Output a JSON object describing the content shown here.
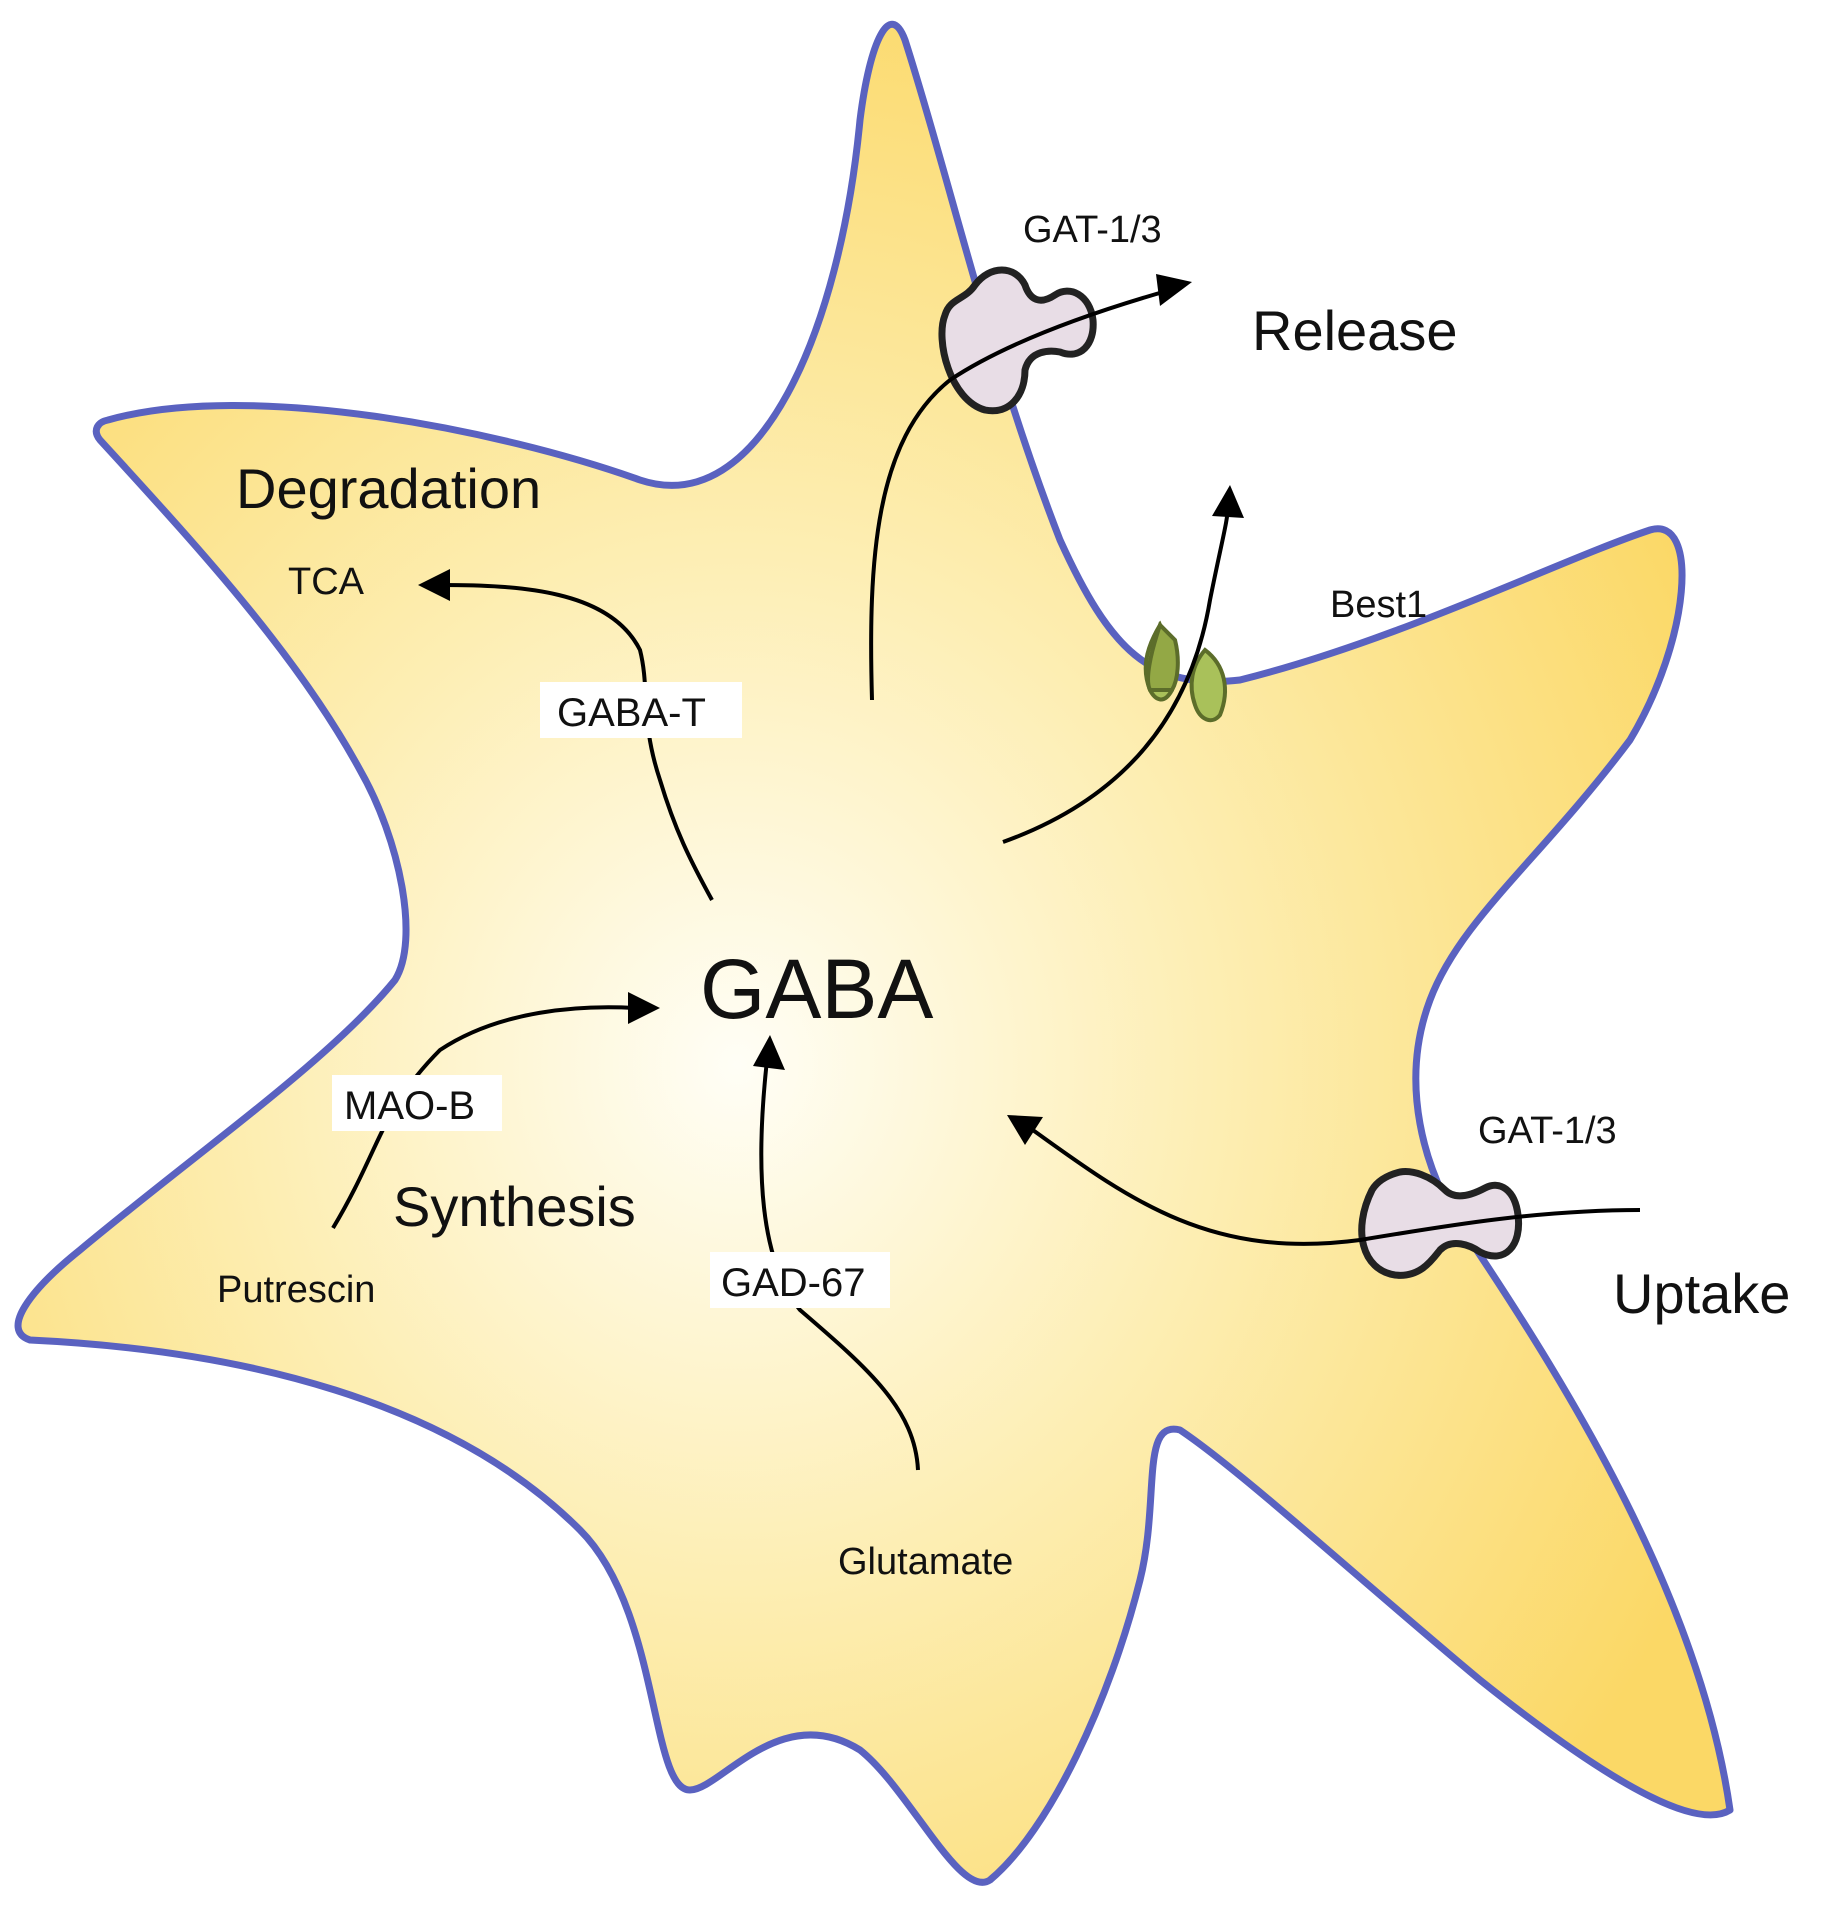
{
  "labels": {
    "gaba": "GABA",
    "degradation": "Degradation",
    "tca": "TCA",
    "gaba_t": "GABA-T",
    "release": "Release",
    "gat_top": "GAT-1/3",
    "best1": "Best1",
    "uptake": "Uptake",
    "gat_right": "GAT-1/3",
    "synthesis": "Synthesis",
    "mao_b": "MAO-B",
    "putrescin": "Putrescin",
    "gad_67": "GAD-67",
    "glutamate": "Glutamate"
  },
  "colors": {
    "cell_fill_center": "#fffef6",
    "cell_fill_edge": "#fbd866",
    "membrane": "#5a62c0",
    "transporter_fill": "#e8dde6",
    "channel_fill": "#a9c15a",
    "arrow": "#000000",
    "enzyme_box": "#ffffff"
  }
}
